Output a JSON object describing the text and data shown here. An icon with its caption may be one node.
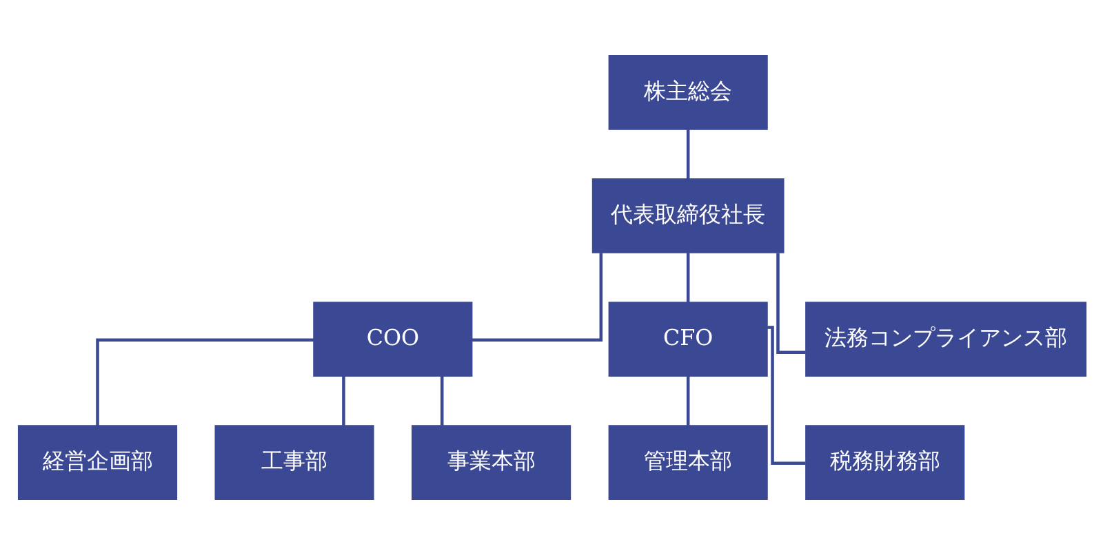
{
  "diagram": {
    "nodes": [
      {
        "text": [
          "株主総会"
        ]
      },
      {
        "text": [
          "代表取締役社長"
        ]
      },
      {
        "text": [
          "COO"
        ]
      },
      {
        "text": [
          "CFO"
        ]
      },
      {
        "text": [
          "法務コンプライアンス部"
        ]
      },
      {
        "text": [
          "経営企画部"
        ]
      },
      {
        "text": [
          "工事部"
        ]
      },
      {
        "text": [
          "事業本部"
        ]
      },
      {
        "text": [
          "管理本部"
        ]
      },
      {
        "text": [
          "税務財務部"
        ]
      }
    ],
    "edges": [
      {
        "from": 0,
        "to": 1,
        "arrow": "none"
      },
      {
        "from": 1,
        "to": 2,
        "arrow": "none"
      },
      {
        "from": 1,
        "to": 3,
        "arrow": "none"
      },
      {
        "from": 1,
        "to": 4,
        "arrow": "none"
      },
      {
        "from": 2,
        "to": 5,
        "arrow": "none"
      },
      {
        "from": 2,
        "to": 6,
        "arrow": "none"
      },
      {
        "from": 2,
        "to": 7,
        "arrow": "none"
      },
      {
        "from": 3,
        "to": 8,
        "arrow": "none"
      },
      {
        "from": 3,
        "to": 9,
        "arrow": "none"
      }
    ]
  }
}
